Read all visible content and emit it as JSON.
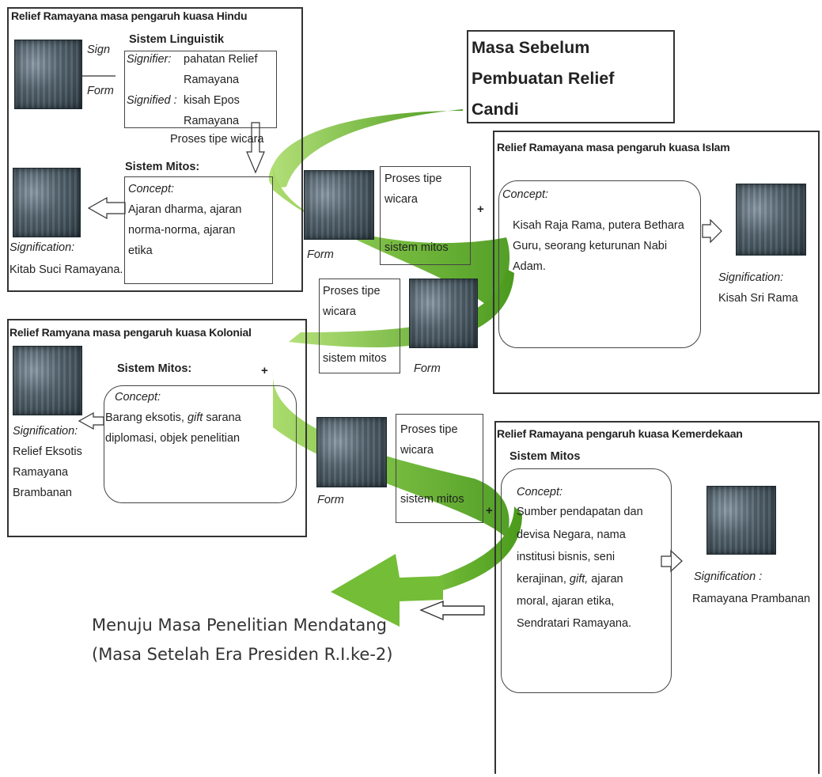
{
  "hindu": {
    "title": "Relief Ramayana masa pengaruh kuasa Hindu",
    "sign": "Sign",
    "form": "Form",
    "linguistik_title": "Sistem Linguistik",
    "signifier_label": "Signifier:",
    "signifier_l1": "pahatan Relief",
    "signifier_l2": "Ramayana",
    "signified_label": "Signified :",
    "signified_l1": "kisah Epos",
    "signified_l2": "Ramayana",
    "proses": "Proses tipe wicara",
    "mitos_title": "Sistem Mitos:",
    "concept_label": "Concept:",
    "concept_l1": "Ajaran dharma, ajaran",
    "concept_l2": "norma-norma, ajaran",
    "concept_l3": "etika",
    "signification_label": "Signification:",
    "signification_value": "Kitab Suci Ramayana."
  },
  "sebelum": {
    "l1": "Masa Sebelum",
    "l2": "Pembuatan Relief",
    "l3": "Candi"
  },
  "mid1": {
    "form": "Form",
    "proses_l1": "Proses tipe",
    "proses_l2": "wicara",
    "sistem": "sistem mitos",
    "plus": "+"
  },
  "islam": {
    "title": "Relief Ramayana masa pengaruh kuasa Islam",
    "concept_label": "Concept:",
    "concept_l1": "Kisah Raja Rama, putera Bethara",
    "concept_l2": "Guru, seorang keturunan Nabi",
    "concept_l3": "Adam.",
    "signification_label": "Signification:",
    "signification_value": "Kisah Sri Rama"
  },
  "mid2": {
    "proses_l1": "Proses tipe",
    "proses_l2": "wicara",
    "sistem": "sistem mitos",
    "form": "Form"
  },
  "kolonial": {
    "title": "Relief Ramyana masa pengaruh kuasa Kolonial",
    "mitos_title": "Sistem Mitos:",
    "plus": "+",
    "concept_label": "Concept:",
    "concept_l1_a": "Barang eksotis, ",
    "concept_l1_b": "gift",
    "concept_l1_c": " sarana",
    "concept_l2": "diplomasi, objek penelitian",
    "signification_label": "Signification:",
    "signification_l1": "Relief Eksotis",
    "signification_l2": "Ramayana",
    "signification_l3": "Brambanan"
  },
  "mid3": {
    "form": "Form",
    "proses_l1": "Proses tipe",
    "proses_l2": "wicara",
    "sistem": "sistem mitos",
    "plus": "+"
  },
  "kemerdekaan": {
    "title": "Relief Ramayana pengaruh kuasa Kemerdekaan",
    "mitos_title": "Sistem Mitos",
    "concept_label": "Concept:",
    "concept_l1": "Sumber pendapatan dan",
    "concept_l2": "devisa Negara, nama",
    "concept_l3": "institusi bisnis, seni",
    "concept_l4_a": "kerajinan, ",
    "concept_l4_b": "gift,",
    "concept_l4_c": " ajaran",
    "concept_l5": "moral, ajaran etika,",
    "concept_l6": "Sendratari Ramayana.",
    "signification_label": "Signification :",
    "signification_value": "Ramayana Prambanan"
  },
  "menuju": {
    "l1": "Menuju Masa Penelitian Mendatang",
    "l2": "(Masa Setelah Era Presiden R.I.ke-2)"
  },
  "colors": {
    "green_dark": "#4c9e1c",
    "green_light": "#a9da6a",
    "box_border": "#333333"
  }
}
